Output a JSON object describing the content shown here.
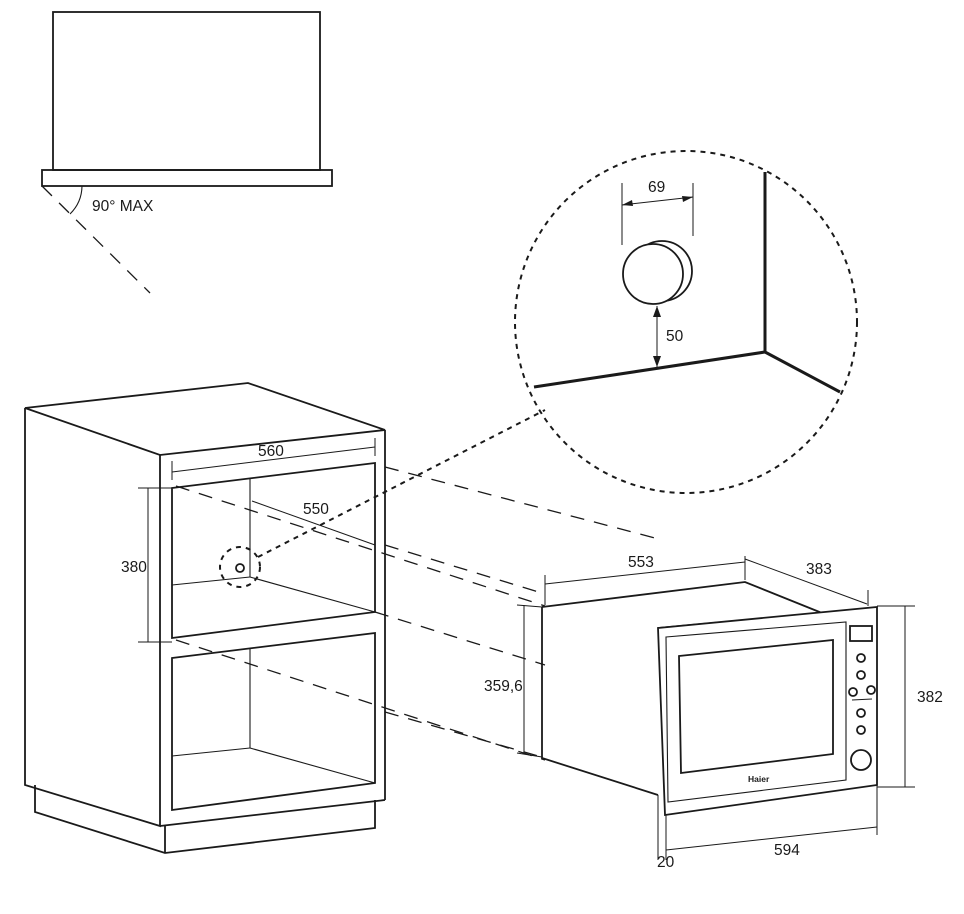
{
  "labels": {
    "door_angle": "90° MAX",
    "hole_offset": "69",
    "hole_height": "50",
    "cabinet_width": "560",
    "cabinet_depth": "550",
    "cabinet_height": "380",
    "oven_depth": "553",
    "oven_body_depth": "383",
    "oven_body_height": "359,6",
    "oven_front_height": "382",
    "oven_frame_offset": "20",
    "oven_width": "594",
    "brand": "Haier"
  }
}
